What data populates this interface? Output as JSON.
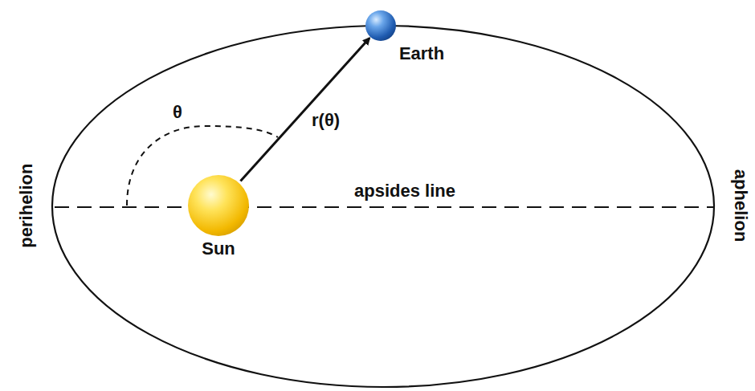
{
  "diagram": {
    "nodes": [
      {
        "text": [
          "Sun"
        ]
      },
      {
        "text": [
          "Earth"
        ]
      }
    ],
    "edges": [
      {
        "from": 0,
        "to": 1,
        "arrow": "to",
        "label": "r(θ)"
      }
    ],
    "labels": [
      "θ",
      "perihelion",
      "apsides line",
      "aphelion"
    ]
  }
}
